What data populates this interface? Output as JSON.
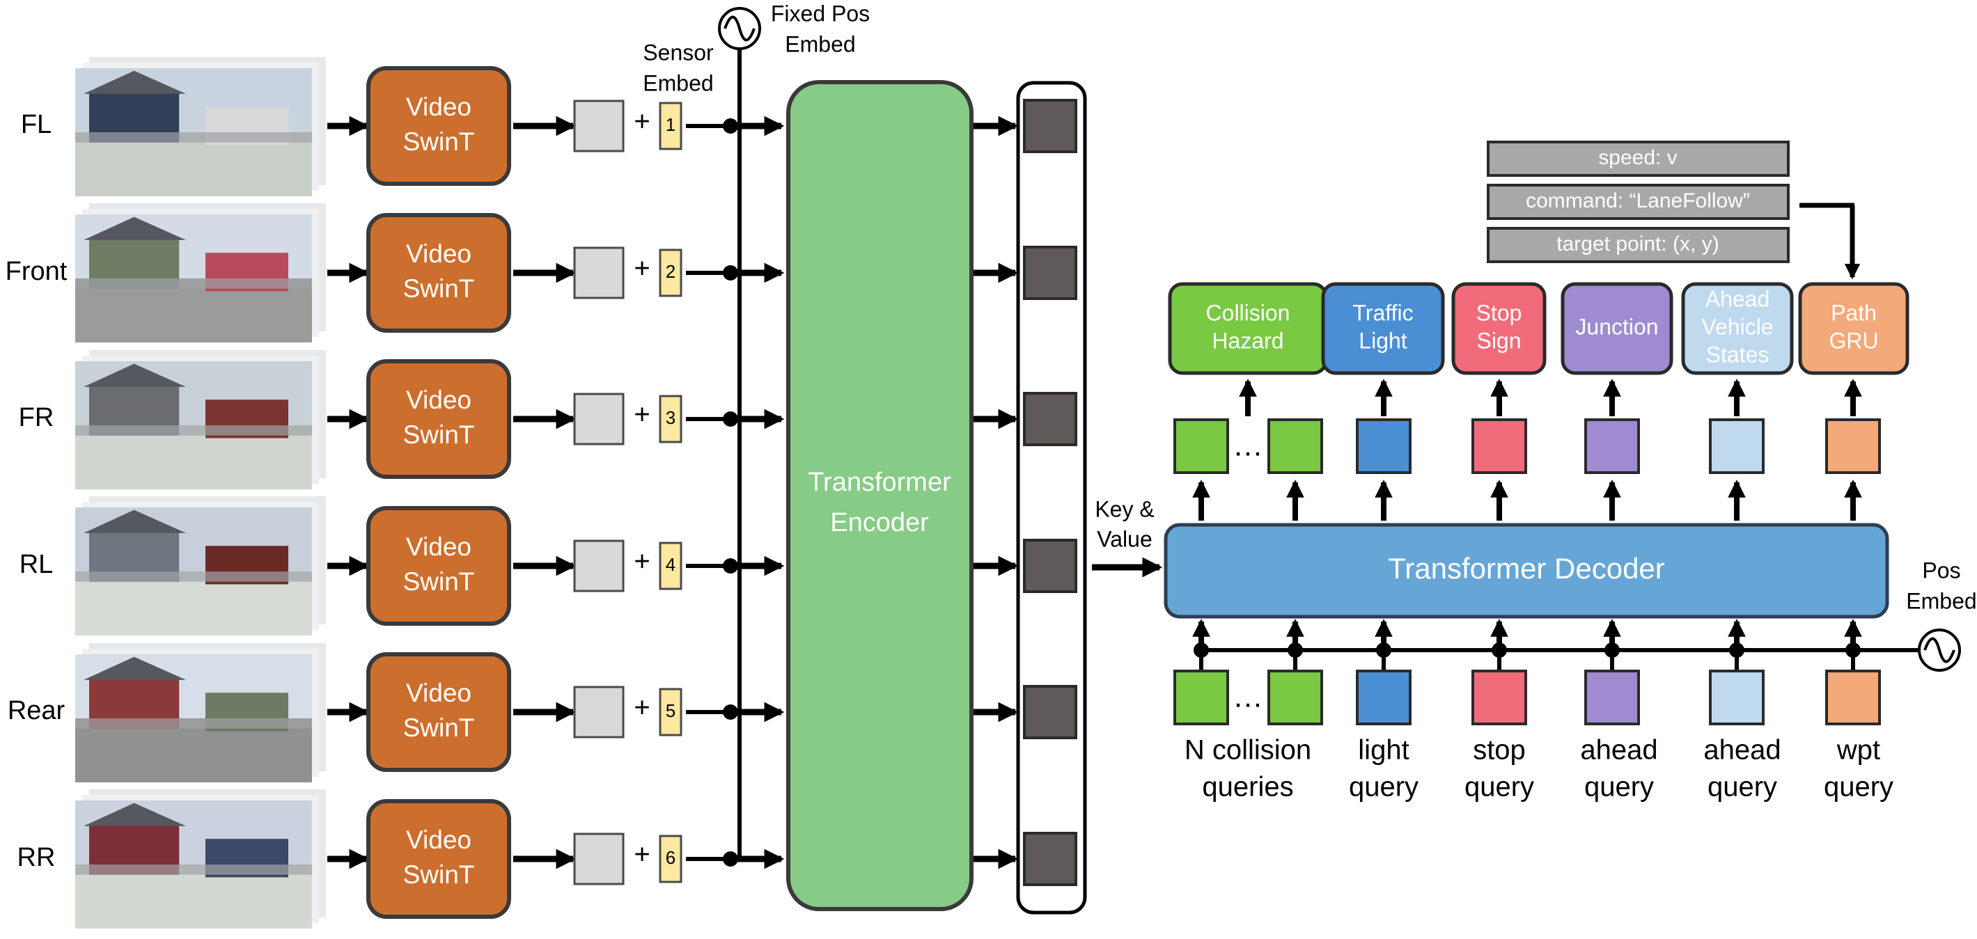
{
  "cameras": [
    {
      "label": "FL",
      "sensor_id": "1",
      "sky": "#c9d3df",
      "ground": "#c8cfc6",
      "building": "#34405a",
      "accent": "#d9d9d9"
    },
    {
      "label": "Front",
      "sensor_id": "2",
      "sky": "#d3dce6",
      "ground": "#9a9c9a",
      "building": "#6f7c64",
      "accent": "#b84a5c"
    },
    {
      "label": "FR",
      "sensor_id": "3",
      "sky": "#c8d0d8",
      "ground": "#d0d6cf",
      "building": "#6a6c70",
      "accent": "#7a3430"
    },
    {
      "label": "RL",
      "sensor_id": "4",
      "sky": "#c7d0da",
      "ground": "#d6dbd5",
      "building": "#707680",
      "accent": "#6b2a26"
    },
    {
      "label": "Rear",
      "sensor_id": "5",
      "sky": "#d6dfe8",
      "ground": "#8f9290",
      "building": "#8a3a3a",
      "accent": "#6d7a64"
    },
    {
      "label": "RR",
      "sensor_id": "6",
      "sky": "#c9d2de",
      "ground": "#d3d9d2",
      "building": "#7c2f38",
      "accent": "#3a4a66"
    }
  ],
  "swin": {
    "line1": "Video",
    "line2": "SwinT"
  },
  "plus_sign": "+",
  "sensor_embed": {
    "line1": "Sensor",
    "line2": "Embed"
  },
  "fixed_pos_embed": {
    "line1": "Fixed Pos",
    "line2": "Embed"
  },
  "encoder": {
    "line1": "Transformer",
    "line2": "Encoder"
  },
  "key_value": {
    "line1": "Key &",
    "line2": "Value"
  },
  "decoder_label": "Transformer Decoder",
  "pos_embed": {
    "line1": "Pos",
    "line2": "Embed"
  },
  "ellipsis": "…",
  "inputs": {
    "speed": "speed: v",
    "command": "command: “LaneFollow”",
    "target": "target point: (x, y)"
  },
  "heads": {
    "collision": [
      "Collision",
      "Hazard"
    ],
    "traffic": [
      "Traffic",
      "Light"
    ],
    "stop": [
      "Stop",
      "Sign"
    ],
    "junction": [
      "Junction"
    ],
    "ahead": [
      "Ahead",
      "Vehicle",
      "States"
    ],
    "path": [
      "Path",
      "GRU"
    ]
  },
  "queries": {
    "collision": [
      "N collision",
      "queries"
    ],
    "light": [
      "light",
      "query"
    ],
    "stop": [
      "stop",
      "query"
    ],
    "ahead_a": [
      "ahead",
      "query"
    ],
    "ahead_b": [
      "ahead",
      "query"
    ],
    "wpt": [
      "wpt",
      "query"
    ]
  },
  "colors": {
    "swin_fill": "#cc6f2e",
    "encoder_fill": "#86cb86",
    "decoder_fill": "#66a6d6",
    "sensor_fill": "#ffe8a0",
    "token_fill": "#d9d9d9",
    "enc_token_fill": "#5f5959",
    "input_fill": "#a8a8a8",
    "green": "#7ac943",
    "blue": "#4a8fd4",
    "red": "#f26b7a",
    "purple": "#9f8cd0",
    "light_blue": "#bfd9ef",
    "orange": "#f3a97a"
  }
}
